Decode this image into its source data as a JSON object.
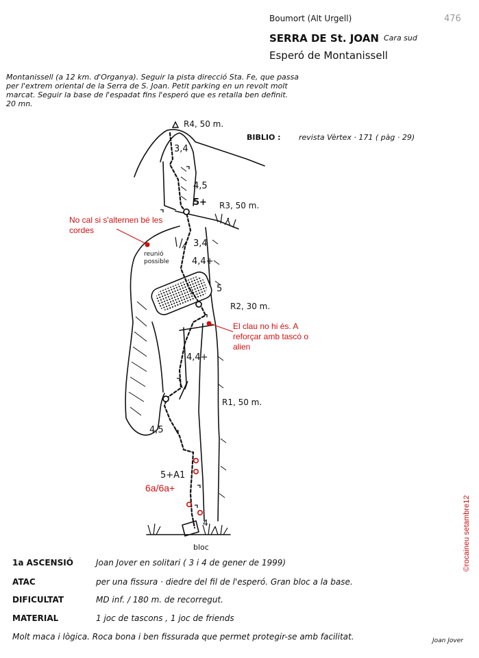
{
  "page_number": "476",
  "header": {
    "region": "Boumort  (Alt Urgell)",
    "title": "SERRA DE St. JOAN",
    "subtitle": "Cara sud",
    "route": "Esperó de Montanissell"
  },
  "intro": "Montanissell (a 12 km. d'Organya). Seguir la pista direcció Sta. Fe, que passa\nper l'extrem oriental de la Serra de S. Joan. Petit parking en un revolt molt\nmarcat. Seguir la base de l'espadat fins l'esperó que es retalla ben definit.\n20 mn.",
  "biblio": {
    "label": "BIBLIO :",
    "text": "revista Vèrtex · 171  ( pàg · 29)"
  },
  "topo": {
    "belays": {
      "r4": "R4, 50 m.",
      "r3": "R3, 50 m.",
      "r2": "R2, 30 m.",
      "r1": "R1, 50 m."
    },
    "grades": {
      "g1": "3,4",
      "g2": "4,5",
      "g3": "5+",
      "g4": "3,4",
      "g5": "4,4+",
      "g6": "5",
      "g7": "4,4+",
      "g8": "4,5",
      "g9": "5+A1"
    },
    "reunio_label": "reunió possible",
    "base_labels": {
      "four": "4",
      "bloc": "bloc"
    },
    "annotations": {
      "cords": "No cal si s'alternen bé les cordes",
      "clau": "El clau no hi és. A reforçar amb tascó o alien",
      "grade": "6a/6a+"
    }
  },
  "credit": "©rocaineu  setambre12",
  "info": [
    {
      "label": "1a ASCENSIÓ",
      "value": "Joan Jover en solitari ( 3 i 4 de gener de 1999)"
    },
    {
      "label": "ATAC",
      "value": "per una fissura · diedre del fil de l'esperó. Gran bloc a la base."
    },
    {
      "label": "DIFICULTAT",
      "value": "MD inf. / 180 m. de recorregut."
    },
    {
      "label": "MATERIAL",
      "value": "1 joc de tascons ,  1 joc de friends"
    }
  ],
  "footer": "Molt maca i lògica. Roca bona i ben fissurada que permet protegir-se amb facilitat.",
  "signature": "Joan Jover",
  "colors": {
    "annotation": "#d01010",
    "ink": "#111111"
  }
}
